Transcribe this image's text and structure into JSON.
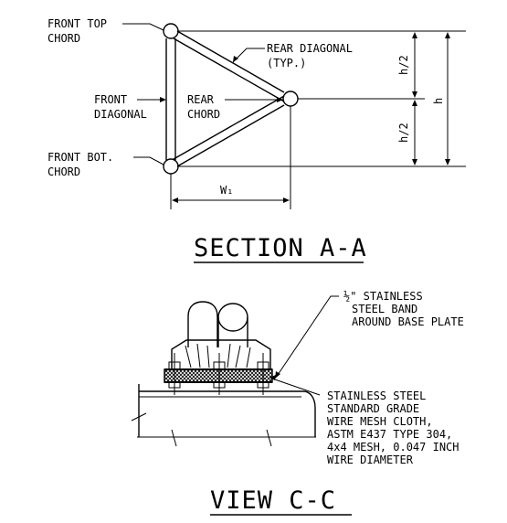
{
  "section_a": {
    "title": "SECTION A-A",
    "labels": {
      "front_top_chord_1": "FRONT TOP",
      "front_top_chord_2": "CHORD",
      "rear_diagonal_1": "REAR DIAGONAL",
      "rear_diagonal_2": "(TYP.)",
      "front_diagonal_1": "FRONT",
      "front_diagonal_2": "DIAGONAL",
      "rear_chord_1": "REAR",
      "rear_chord_2": "CHORD",
      "front_bot_chord_1": "FRONT BOT.",
      "front_bot_chord_2": "CHORD",
      "dim_half_top": "h/2",
      "dim_half_bot": "h/2",
      "dim_h": "h",
      "dim_w": "W₁"
    }
  },
  "view_c": {
    "title": "VIEW C-C",
    "labels": {
      "band_1": "½\" STAINLESS",
      "band_2": "STEEL BAND",
      "band_3": "AROUND BASE PLATE",
      "mesh_1": "STAINLESS STEEL",
      "mesh_2": "STANDARD GRADE",
      "mesh_3": "WIRE MESH CLOTH,",
      "mesh_4": "ASTM E437 TYPE 304,",
      "mesh_5": "4x4 MESH, 0.047 INCH",
      "mesh_6": "WIRE DIAMETER"
    }
  }
}
